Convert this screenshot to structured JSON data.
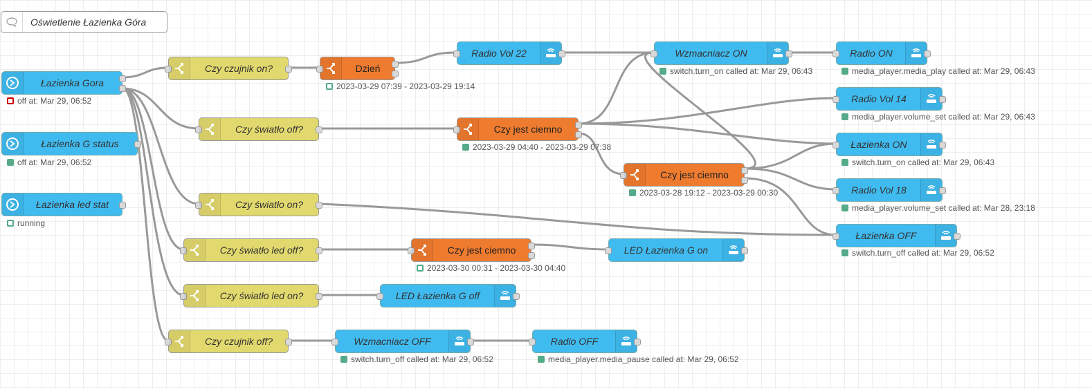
{
  "comment": {
    "text": "Oświetlenie Łazienka Góra",
    "icon": "comment-icon"
  },
  "colors": {
    "switch_node": "#e2d96e",
    "time_node": "#ef7b2f",
    "ha_node": "#40bbf0",
    "wire": "#999999",
    "grid": "#eeeeee"
  },
  "nodes": {
    "lazienka_gora": {
      "label": "Łazienka Gora",
      "status": "off at: Mar 29, 06:52"
    },
    "lazienka_g_status": {
      "label": "Łazienka G status",
      "status": "off at: Mar 29, 06:52"
    },
    "lazienka_led_stat": {
      "label": "Łazienka led stat",
      "status": "running"
    },
    "czy_czujnik_on": {
      "label": "Czy czujnik on?"
    },
    "dzien": {
      "label": "Dzień",
      "status": "2023-03-29 07:39 - 2023-03-29 19:14"
    },
    "radio_vol_22": {
      "label": "Radio Vol 22"
    },
    "wzmacniacz_on": {
      "label": "Wzmacniacz ON",
      "status": "switch.turn_on called at: Mar 29, 06:43"
    },
    "radio_on": {
      "label": "Radio ON",
      "status": "media_player.media_play called at: Mar 29, 06:43"
    },
    "czy_swiatlo_off": {
      "label": "Czy światło off?"
    },
    "czy_jest_ciemno_1": {
      "label": "Czy jest ciemno",
      "status": "2023-03-29 04:40 - 2023-03-29 07:38"
    },
    "radio_vol_14": {
      "label": "Radio Vol 14",
      "status": "media_player.volume_set called at: Mar 29, 06:43"
    },
    "lazienka_on": {
      "label": "Łazienka ON",
      "status": "switch.turn_on called at: Mar 29, 06:43"
    },
    "czy_jest_ciemno_2": {
      "label": "Czy jest ciemno",
      "status": "2023-03-28 19:12 - 2023-03-29 00:30"
    },
    "radio_vol_18": {
      "label": "Radio Vol 18",
      "status": "media_player.volume_set called at: Mar 28, 23:18"
    },
    "czy_swiatlo_on": {
      "label": "Czy światło on?"
    },
    "lazienka_off": {
      "label": "Łazienka OFF",
      "status": "switch.turn_off called at: Mar 29, 06:52"
    },
    "czy_swiatlo_led_off": {
      "label": "Czy światło led off?"
    },
    "czy_jest_ciemno_3": {
      "label": "Czy jest ciemno",
      "status": "2023-03-30 00:31 - 2023-03-30 04:40"
    },
    "led_lazienka_g_on": {
      "label": "LED Łazienka G on"
    },
    "czy_swiatlo_led_on": {
      "label": "Czy światło led on?"
    },
    "led_lazienka_g_off": {
      "label": "LED Łazienka G off"
    },
    "czy_czujnik_off": {
      "label": "Czy czujnik off?"
    },
    "wzmacniacz_off": {
      "label": "Wzmacniacz OFF",
      "status": "switch.turn_off called at: Mar 29, 06:52"
    },
    "radio_off": {
      "label": "Radio OFF",
      "status": "media_player.media_pause called at: Mar 29, 06:52"
    }
  }
}
